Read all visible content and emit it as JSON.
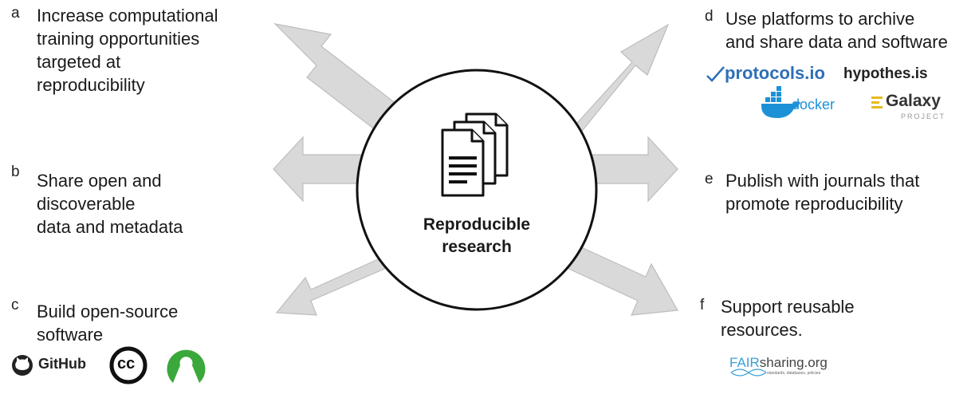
{
  "center": {
    "line1": "Reproducible",
    "line2": "research"
  },
  "items": [
    {
      "letter": "a",
      "text": "Increase computational\ntraining opportunities\ntargeted at\nreproducibility"
    },
    {
      "letter": "b",
      "text": "Share open and\ndiscoverable\ndata and metadata"
    },
    {
      "letter": "c",
      "text": "Build open-source\nsoftware"
    },
    {
      "letter": "d",
      "text": "Use platforms to archive\nand share data and software"
    },
    {
      "letter": "e",
      "text": "Publish with journals that\npromote reproducibility"
    },
    {
      "letter": "f",
      "text": "Support reusable\nresources."
    }
  ],
  "logos": {
    "protocols": "protocols.io",
    "hypothesis": "hypothes.is",
    "docker": "docker",
    "galaxy": "Galaxy",
    "galaxy_sub": "PROJECT",
    "github": "GitHub",
    "cc": "cc",
    "fairsharing_fair": "FAIR",
    "fairsharing_rest": "sharing.org",
    "fairsharing_sub": "standards, databases, policies"
  },
  "colors": {
    "arrow_fill": "#d9d9d9",
    "arrow_stroke": "#bdbdbd",
    "circle_stroke": "#111111",
    "protocols_blue": "#2e6fb8",
    "docker_blue": "#1d91d8",
    "osi_green": "#3aa83a"
  }
}
